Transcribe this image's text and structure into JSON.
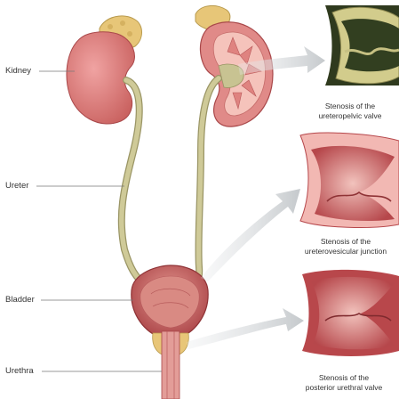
{
  "labels": {
    "kidney": "Kidney",
    "ureter": "Ureter",
    "bladder": "Bladder",
    "urethra": "Urethra"
  },
  "captions": {
    "ureteropelvic": {
      "line1": "Stenosis of the",
      "line2": "ureteropelvic valve"
    },
    "ureterovesicular": {
      "line1": "Stenosis of the",
      "line2": "ureterovesicular junction"
    },
    "posterior_urethral": {
      "line1": "Stenosis of the",
      "line2": "posterior urethral valve"
    }
  },
  "colors": {
    "kidney": "#e2888a",
    "kidney_cut": "#f3b9b2",
    "adrenal": "#e8c77a",
    "ureter": "#c8c392",
    "bladder": "#b44a4c",
    "bladder_inner": "#d77f78",
    "valve": "#c8585a",
    "arrow": "#cfd3d6",
    "line": "#777777"
  }
}
